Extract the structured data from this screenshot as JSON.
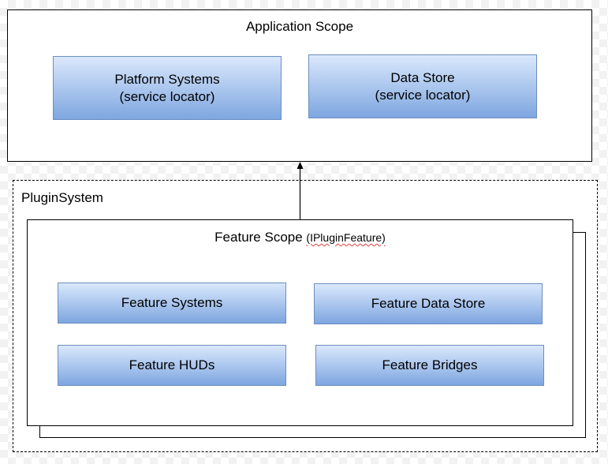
{
  "application_scope": {
    "title": "Application Scope",
    "boxes": [
      {
        "line1": "Platform Systems",
        "line2": "(service locator)"
      },
      {
        "line1": "Data Store",
        "line2": "(service locator)"
      }
    ]
  },
  "plugin_system": {
    "title": "PluginSystem"
  },
  "feature_scope": {
    "title": "Feature Scope",
    "subtitle": "(IPluginFeature)",
    "boxes": [
      {
        "label": "Feature Systems"
      },
      {
        "label": "Feature Data Store"
      },
      {
        "label": "Feature HUDs"
      },
      {
        "label": "Feature Bridges"
      }
    ]
  },
  "colors": {
    "box_fill_top": "#dae8fc",
    "box_fill_bottom": "#7ea6e0",
    "box_border": "#6c8ebf"
  }
}
